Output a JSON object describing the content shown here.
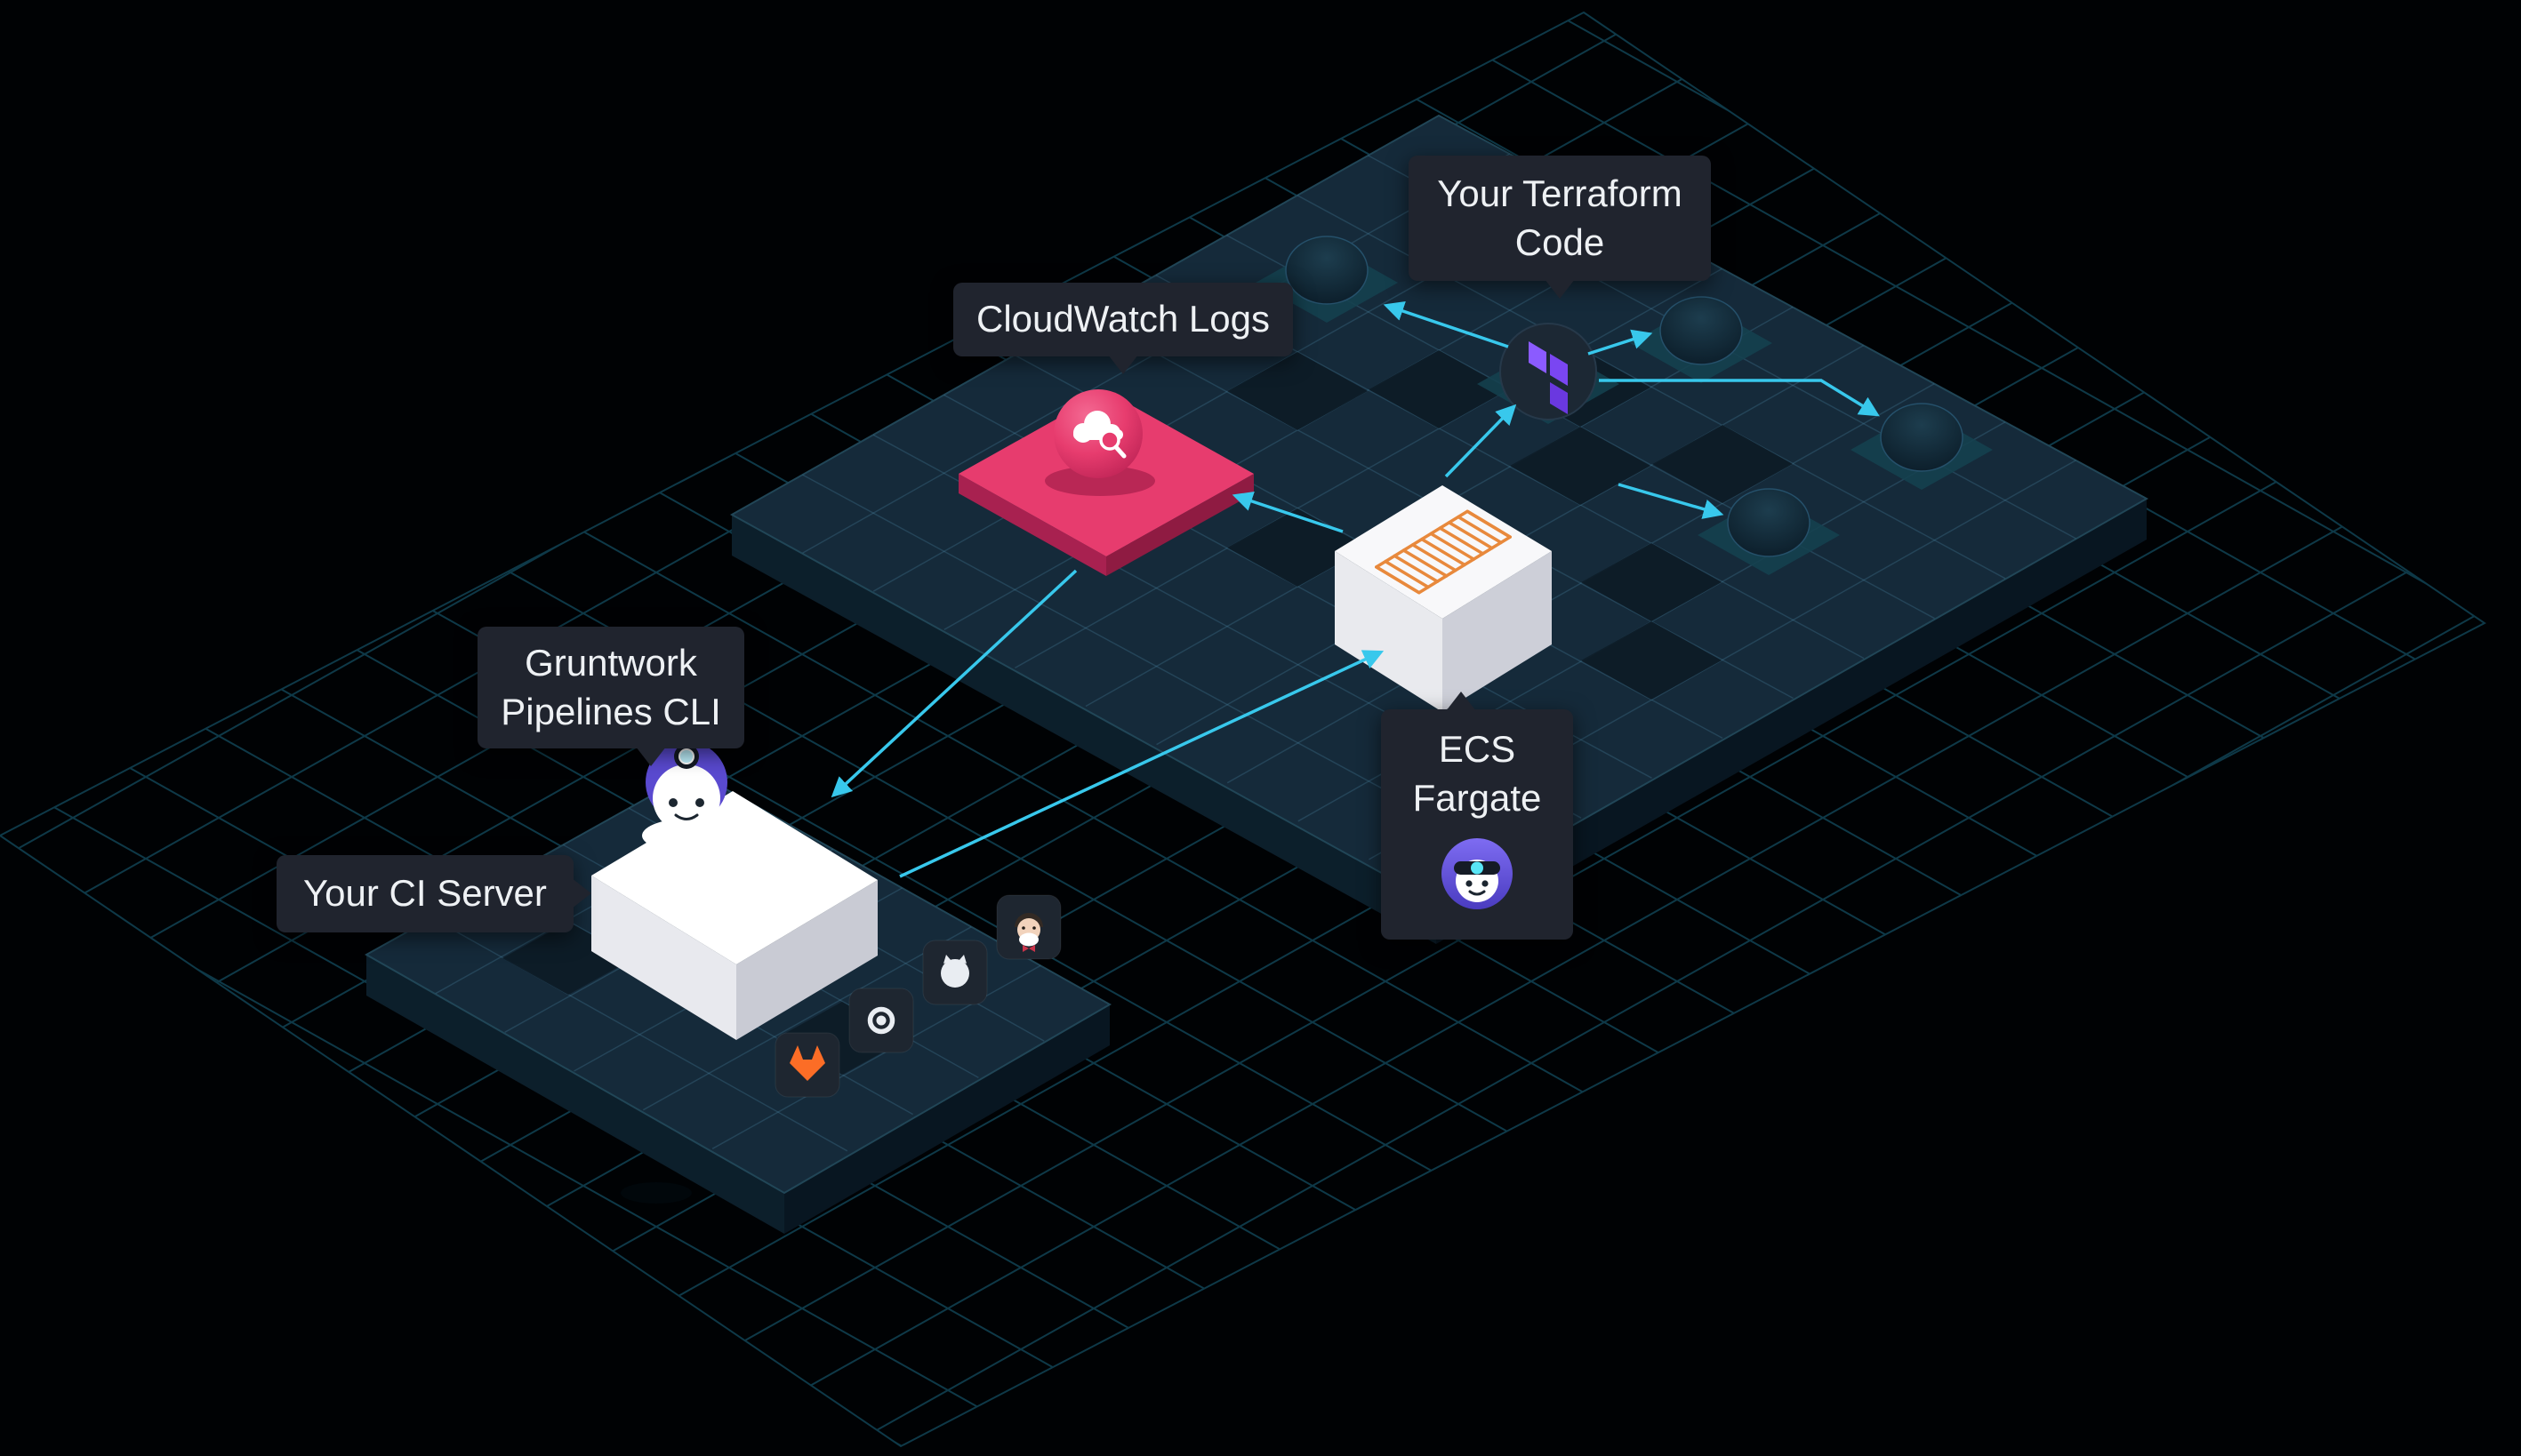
{
  "diagram": {
    "labels": {
      "terraform_code": "Your Terraform Code",
      "cloudwatch_logs": "CloudWatch Logs",
      "pipelines_cli": "Gruntwork Pipelines CLI",
      "ci_server": "Your CI Server",
      "ecs_fargate": "ECS Fargate"
    },
    "icons": {
      "terraform": "terraform-icon",
      "cloudwatch": "cloudwatch-logs-icon",
      "gruntwork_mascot": "gruntwork-mascot-icon",
      "container_task": "container-task-icon",
      "gruntwork_logo": "gruntwork-logo-icon",
      "ci_providers": [
        "jenkins-icon",
        "github-icon",
        "circleci-icon",
        "gitlab-icon"
      ]
    },
    "connections": [
      {
        "from": "ci_server",
        "to": "ecs_fargate"
      },
      {
        "from": "ecs_fargate",
        "to": "terraform_code"
      },
      {
        "from": "ecs_fargate",
        "to": "cloudwatch_logs"
      },
      {
        "from": "cloudwatch_logs",
        "to": "pipelines_cli"
      },
      {
        "from": "terraform_code",
        "to": "aws_resource_nodes"
      }
    ],
    "colors": {
      "background": "#000204",
      "grid_line": "#0e3948",
      "platform_top": "#152a3a",
      "platform_side_left": "#0c1f2b",
      "platform_side_right": "#081621",
      "arrow_cyan": "#38c8ec",
      "cloudwatch_pink": "#e73c6e",
      "terraform_purple": "#7a46f2",
      "gruntwork_purple": "#5a4ad0",
      "gitlab_orange": "#fc6d26",
      "container_orange": "#e8893c",
      "label_bg": "#20242e",
      "label_text": "#eef1f4"
    }
  }
}
